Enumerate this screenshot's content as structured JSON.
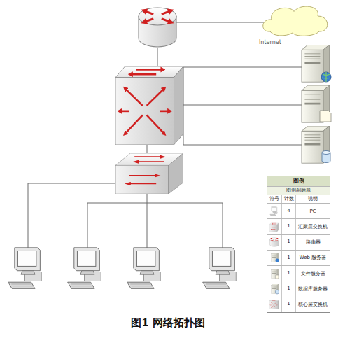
{
  "diagram": {
    "caption": "图1 网络拓扑图",
    "nodes": [
      {
        "text": [
          "Internet"
        ]
      }
    ],
    "labels": [
      "图例",
      "图例副标题",
      "符号",
      "计数",
      "说明",
      "4",
      "1",
      "1",
      "1",
      "1",
      "1",
      "1"
    ],
    "legend": [
      {
        "text": "PC"
      },
      {
        "text": "汇聚层交换机"
      },
      {
        "text": "路由器"
      },
      {
        "text": "Web 服务器"
      },
      {
        "text": "文件服务器"
      },
      {
        "text": "数据库服务器"
      },
      {
        "text": "核心层交换机"
      }
    ]
  }
}
